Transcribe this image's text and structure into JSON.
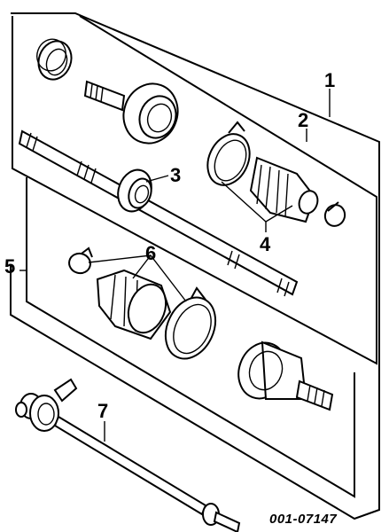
{
  "callouts": {
    "c1": "1",
    "c2": "2",
    "c3": "3",
    "c4": "4",
    "c5": "5",
    "c6": "6",
    "c7": "7"
  },
  "reference_code": "001-07147"
}
